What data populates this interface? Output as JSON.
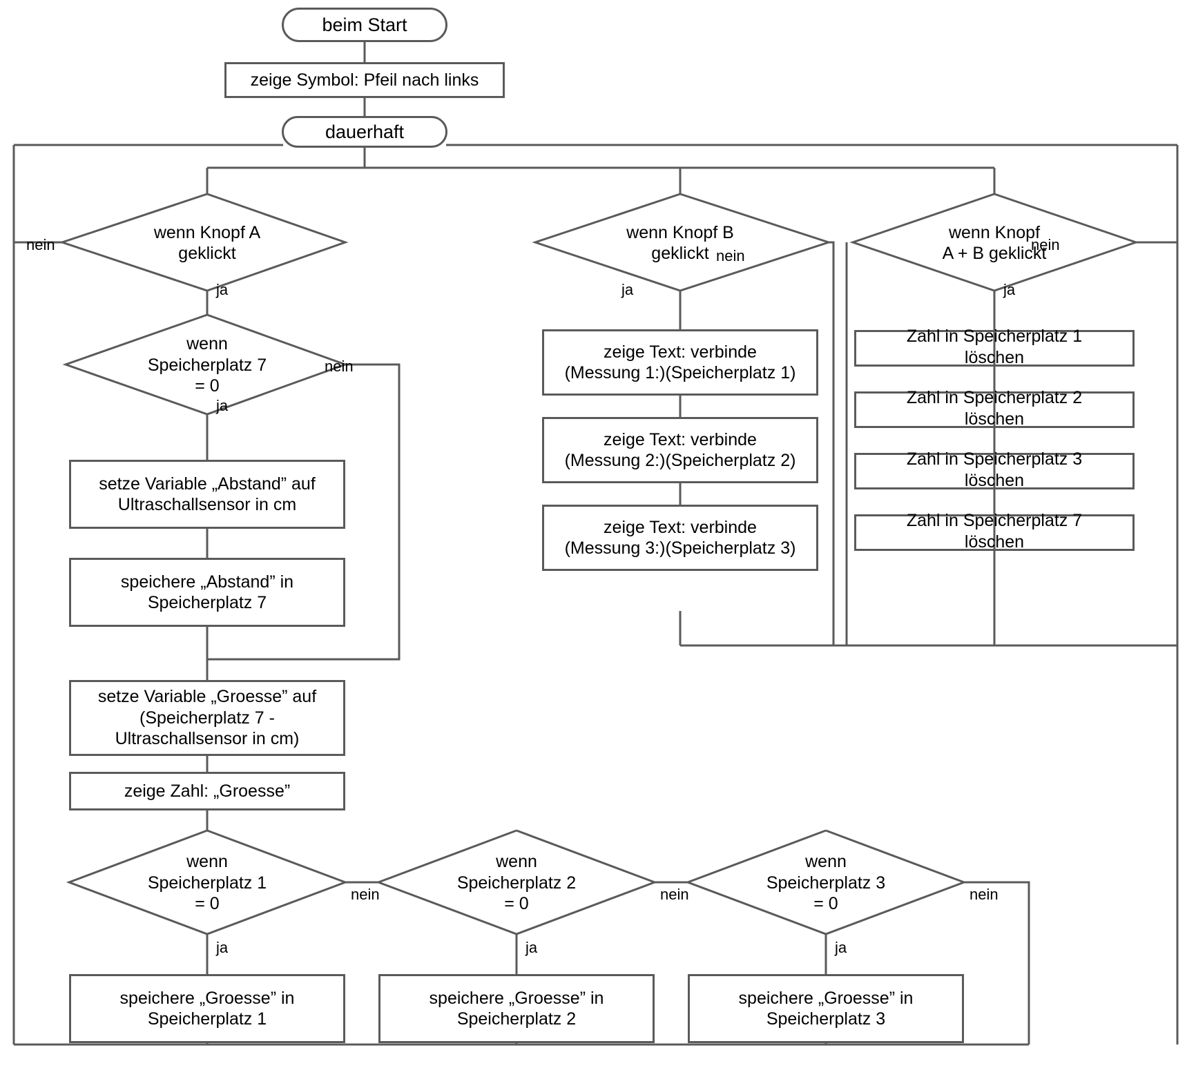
{
  "diagram": {
    "title": "Microbit Flussdiagramm",
    "language": "de",
    "stroke_color": "#5a5a5a",
    "background_color": "#ffffff",
    "nodes": {
      "start": "beim Start",
      "show_symbol": "zeige Symbol: Pfeil nach links",
      "forever": "dauerhaft",
      "if_button_a": "wenn Knopf A\ngeklickt",
      "if_button_b": "wenn Knopf B\ngeklickt",
      "if_button_ab": "wenn Knopf\nA + B geklickt",
      "if_slot7_zero": "wenn\nSpeicherplatz 7\n= 0",
      "set_abstand": "setze Variable „Abstand” auf\nUltraschallsensor in cm",
      "store_abstand": "speichere „Abstand” in\nSpeicherplatz 7",
      "set_groesse": "setze Variable „Groesse” auf\n(Speicherplatz 7 -\nUltraschallsensor in cm)",
      "show_groesse": "zeige Zahl: „Groesse”",
      "show_text_1": "zeige Text: verbinde\n(Messung 1:)(Speicherplatz 1)",
      "show_text_2": "zeige Text: verbinde\n(Messung 2:)(Speicherplatz 2)",
      "show_text_3": "zeige Text: verbinde\n(Messung 3:)(Speicherplatz 3)",
      "clear_1": "Zahl in Speicherplatz 1\nlöschen",
      "clear_2": "Zahl in Speicherplatz 2\nlöschen",
      "clear_3": "Zahl in Speicherplatz 3\nlöschen",
      "clear_7": "Zahl in Speicherplatz 7\nlöschen",
      "if_slot1_zero": "wenn\nSpeicherplatz 1\n= 0",
      "if_slot2_zero": "wenn\nSpeicherplatz 2\n= 0",
      "if_slot3_zero": "wenn\nSpeicherplatz 3\n= 0",
      "store_groesse_1": "speichere „Groesse” in\nSpeicherplatz 1",
      "store_groesse_2": "speichere „Groesse” in\nSpeicherplatz 2",
      "store_groesse_3": "speichere „Groesse” in\nSpeicherplatz 3"
    },
    "edge_labels": {
      "a_nein": "nein",
      "a_ja": "ja",
      "b_nein": "nein",
      "b_ja": "ja",
      "ab_nein": "nein",
      "ab_ja": "ja",
      "slot7_nein": "nein",
      "slot7_ja": "ja",
      "slot1_nein": "nein",
      "slot1_ja": "ja",
      "slot2_nein": "nein",
      "slot2_ja": "ja",
      "slot3_nein": "nein",
      "slot3_ja": "ja"
    }
  }
}
